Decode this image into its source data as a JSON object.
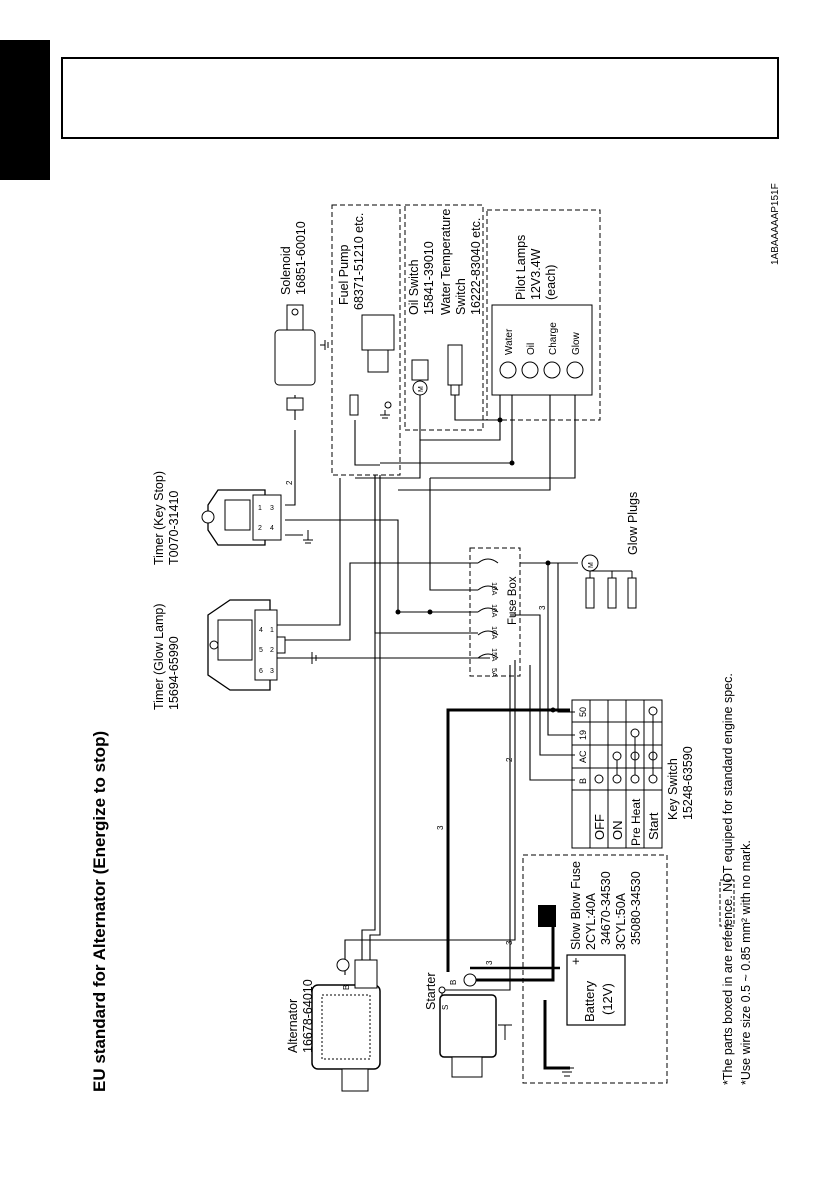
{
  "page": {
    "title": "EU standard for Alternator (Energize to stop)",
    "figure_code": "1ABAAAAAP151F",
    "notes": [
      "*The parts boxed in         are reference. NOT equiped for standard engine spec.",
      "*Use wire size 0.5 ~ 0.85 mm² with no mark."
    ]
  },
  "components": {
    "alternator": {
      "name": "Alternator",
      "part": "16678-64010"
    },
    "starter": {
      "name": "Starter"
    },
    "battery": {
      "name": "Battery",
      "spec": "(12V)",
      "plus": "+"
    },
    "slow_blow_fuse": {
      "name": "Slow Blow Fuse",
      "lines": [
        "2CYL:40A",
        "34670-34530",
        "3CYL:50A",
        "35080-34530"
      ]
    },
    "key_switch": {
      "name": "Key Switch",
      "part": "15248-63590",
      "columns": [
        "B",
        "AC",
        "19",
        "50"
      ],
      "rows": [
        "OFF",
        "ON",
        "Pre Heat",
        "Start"
      ]
    },
    "timer_glow": {
      "name": "Timer (Glow Lamp)",
      "part": "15694-65990",
      "pins": [
        "6",
        "5",
        "4",
        "3",
        "2",
        "1"
      ]
    },
    "timer_key": {
      "name": "Timer (Key Stop)",
      "part": "T0070-31410",
      "pins": [
        "1",
        "2",
        "3",
        "4"
      ]
    },
    "fuse_box": {
      "name": "Fuse Box",
      "fuses": [
        "10A",
        "10A",
        "10A",
        "15A",
        "5A"
      ]
    },
    "glow_plugs": {
      "name": "Glow Plugs"
    },
    "solenoid": {
      "name": "Solenoid",
      "part": "16851-60010"
    },
    "fuel_pump": {
      "name": "Fuel Pump",
      "part": "68371-51210 etc."
    },
    "oil_switch": {
      "name": "Oil Switch",
      "part": "15841-39010"
    },
    "water_temp_switch": {
      "name_lines": [
        "Water Temperature",
        "Switch"
      ],
      "part": "16222-83040 etc."
    },
    "pilot_lamps": {
      "name": "Pilot Lamps",
      "spec": "12V3.4W",
      "each": "(each)",
      "lamps": [
        "Water",
        "Oil",
        "Charge",
        "Glow"
      ]
    },
    "wire_marks": [
      "3",
      "3",
      "3",
      "2",
      "2",
      "3"
    ],
    "terminal_marks": [
      "B",
      "B",
      "S",
      "M",
      "M",
      "M",
      "M"
    ]
  }
}
